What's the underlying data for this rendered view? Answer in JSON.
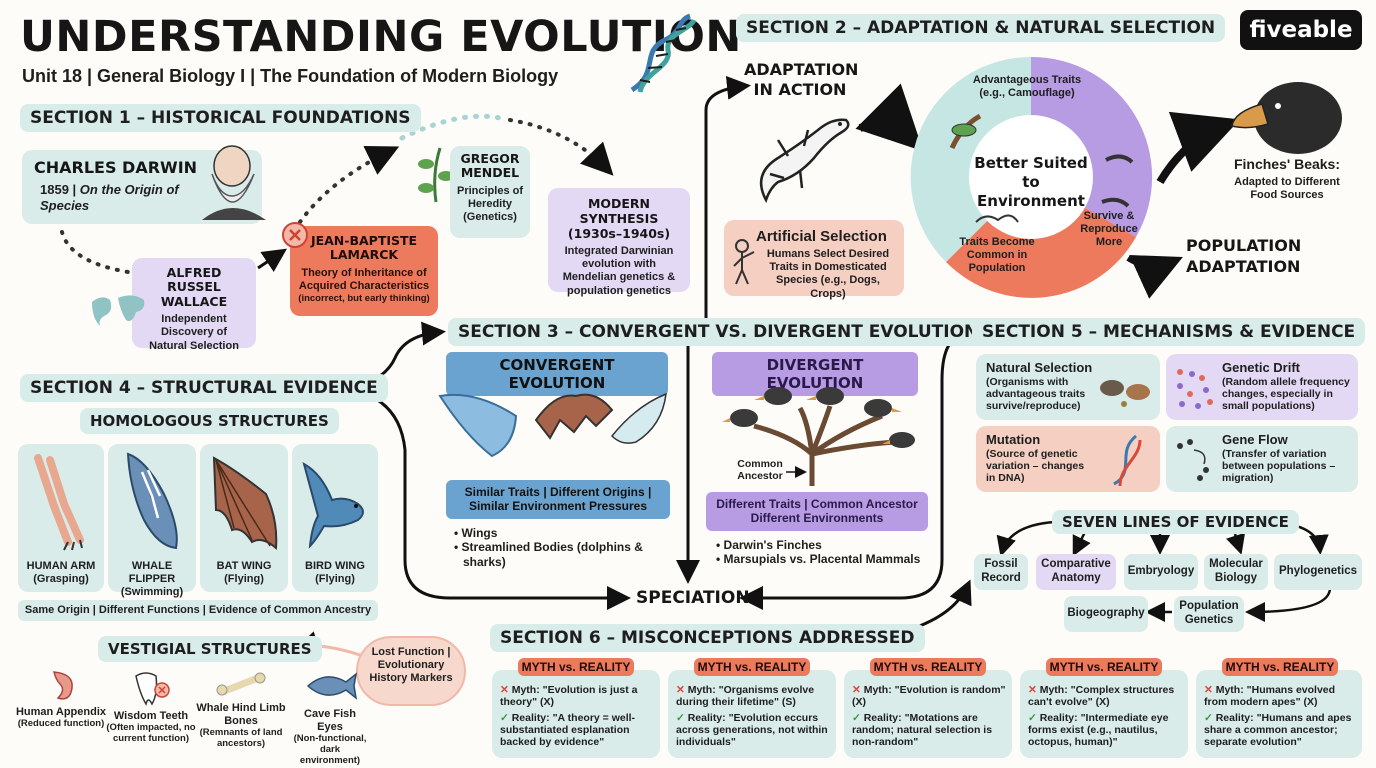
{
  "title": "UNDERSTANDING EVOLUTION",
  "subtitle": "Unit 18 | General Biology I | The Foundation of Modern Biology",
  "logo": "fiveable",
  "section1": {
    "title": "SECTION 1 – HISTORICAL FOUNDATIONS",
    "darwin": {
      "name": "CHARLES DARWIN",
      "year": "1859 | ",
      "book": "On the Origin of Species"
    },
    "wallace": {
      "name": "ALFRED RUSSEL WALLACE",
      "desc": "Independent Discovery of Natural Selection"
    },
    "lamarck": {
      "name": "JEAN-BAPTISTE LAMARCK",
      "desc": "Theory of Inheritance of Acquired Characteristics",
      "note": "(incorrect, but early thinking)"
    },
    "mendel": {
      "name": "GREGOR MENDEL",
      "desc": "Principles of Heredity (Genetics)"
    },
    "synthesis": {
      "name": "MODERN SYNTHESIS (1930s–1940s)",
      "desc": "Integrated Darwinian evolution with Mendelian genetics & population genetics"
    }
  },
  "section2": {
    "title": "SECTION 2 – ADAPTATION & NATURAL SELECTION",
    "adaptation_label": "ADAPTATION IN ACTION",
    "cycle_center": "Better Suited to Environment",
    "cycle_top": "Advantageous Traits (e.g., Camouflage)",
    "cycle_right": "Survive & Reproduce More",
    "cycle_bottom": "Traits Become Common in Population",
    "artificial": {
      "title": "Artificial Selection",
      "desc": "Humans Select Desired Traits in Domesticated Species (e.g., Dogs, Crops)"
    },
    "finches": {
      "title": "Finches' Beaks:",
      "desc": "Adapted to Different Food Sources"
    },
    "population": "POPULATION ADAPTATION"
  },
  "section3": {
    "title": "SECTION 3 – CONVERGENT VS. DIVERGENT EVOLUTION",
    "convergent": {
      "title": "CONVERGENT EVOLUTION",
      "summary": "Similar Traits | Different Origins | Similar Environment Pressures",
      "bullets": [
        "Wings",
        "Streamlined Bodies (dolphins & sharks)"
      ]
    },
    "divergent": {
      "title": "DIVERGENT EVOLUTION",
      "ancestor": "Common Ancestor",
      "summary": "Different Traits | Common Ancestor Different Environments",
      "bullets": [
        "Darwin's Finches",
        "Marsupials vs. Placental Mammals"
      ]
    },
    "speciation": "SPECIATION"
  },
  "section4": {
    "title": "SECTION 4 – STRUCTURAL EVIDENCE",
    "homologous": "HOMOLOGOUS STRUCTURES",
    "structures": [
      {
        "name": "HUMAN ARM",
        "use": "(Grasping)"
      },
      {
        "name": "WHALE FLIPPER",
        "use": "(Swimming)"
      },
      {
        "name": "BAT WING",
        "use": "(Flying)"
      },
      {
        "name": "BIRD WING",
        "use": "(Flying)"
      }
    ],
    "homologous_note": "Same Origin | Different Functions | Evidence of Common Ancestry",
    "vestigial": "VESTIGIAL STRUCTURES",
    "vestigial_bubble": "Lost Function | Evolutionary History Markers",
    "vestigial_items": [
      {
        "name": "Human Appendix",
        "note": "(Reduced function)"
      },
      {
        "name": "Wisdom Teeth",
        "note": "(Often impacted, no current function)"
      },
      {
        "name": "Whale Hind Limb Bones",
        "note": "(Remnants of land ancestors)"
      },
      {
        "name": "Cave Fish Eyes",
        "note": "(Non-functional, dark environment)"
      }
    ]
  },
  "section5": {
    "title": "SECTION 5 – MECHANISMS & EVIDENCE",
    "mechanisms": [
      {
        "name": "Natural Selection",
        "desc": "(Organisms with advantageous traits survive/reproduce)"
      },
      {
        "name": "Genetic Drift",
        "desc": "(Random allele frequency changes, especially in small populations)"
      },
      {
        "name": "Mutation",
        "desc": "(Source of genetic variation – changes in DNA)"
      },
      {
        "name": "Gene Flow",
        "desc": "(Transfer of variation between populations – migration)"
      }
    ],
    "seven_lines": "SEVEN LINES OF EVIDENCE",
    "evidence": [
      "Fossil Record",
      "Comparative Anatomy",
      "Embryology",
      "Molecular Biology",
      "Phylogenetics",
      "Population Genetics",
      "Biogeography"
    ]
  },
  "section6": {
    "title": "SECTION 6 – MISCONCEPTIONS ADDRESSED",
    "tag": "MYTH vs. REALITY",
    "myths": [
      {
        "myth": "Myth: \"Evolution is just a theory\" (X)",
        "reality": "Reality: \"A theory = well-substantiated esplanation backed by evidence\""
      },
      {
        "myth": "Myth: \"Organisms evolve during their lifetime\" (S)",
        "reality": "Reality: \"Evolution eccurs across generations, not within individuals\""
      },
      {
        "myth": "Myth: \"Evolution is random\" (X)",
        "reality": "Reality: \"Motations are random; natural selection is non-random\""
      },
      {
        "myth": "Myth: \"Complex structures can't evolve\" (X)",
        "reality": "Reality: \"Intermediate eye forms exist (e.g., nautilus, octopus, human)\""
      },
      {
        "myth": "Myth: \"Humans evolved from modern apes\" (X)",
        "reality": "Reality: \"Humans and apes share a common ancestor; separate evolution\""
      }
    ]
  },
  "colors": {
    "teal": "#d9ecea",
    "purple": "#e3d9f5",
    "salmon": "#f4cfc2",
    "orange": "#ee7a5e",
    "blue": "#3f86b8",
    "violet": "#b79be3"
  }
}
